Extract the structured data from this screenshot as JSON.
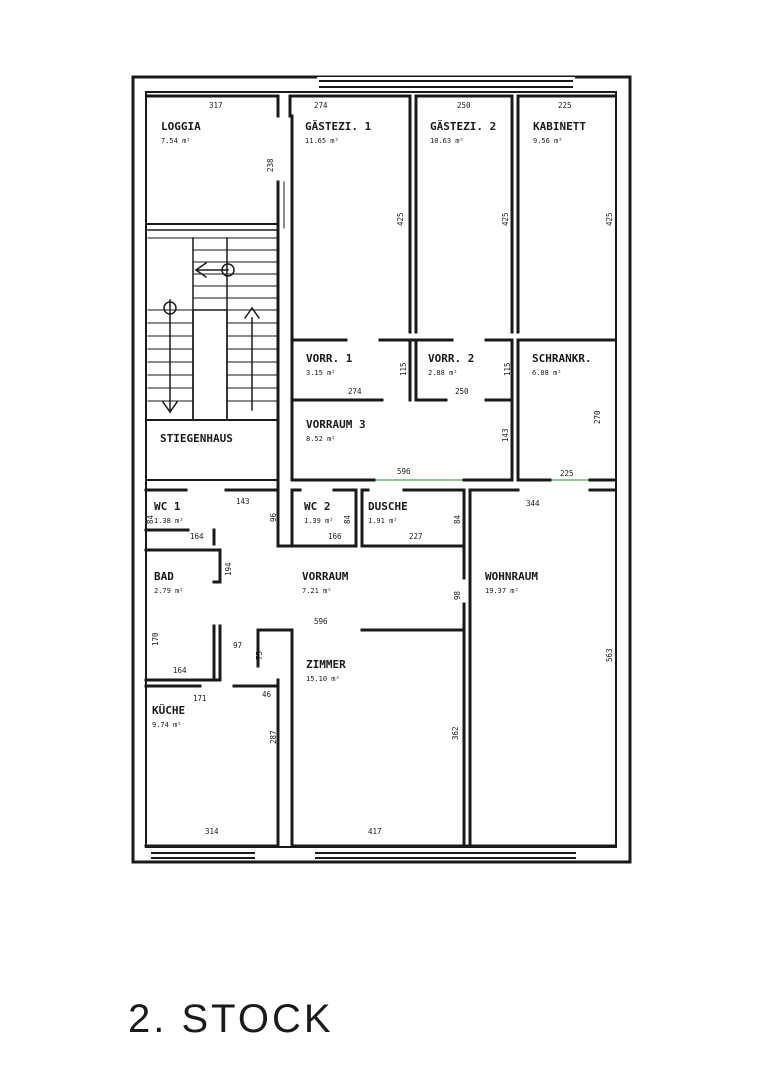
{
  "title": "2. STOCK",
  "rooms": [
    {
      "id": "loggia",
      "name": "LOGGIA",
      "area": "7.54 m²"
    },
    {
      "id": "gaestezi-1",
      "name": "GÄSTEZI. 1",
      "area": "11.65 m²"
    },
    {
      "id": "gaestezi-2",
      "name": "GÄSTEZI. 2",
      "area": "10.63 m²"
    },
    {
      "id": "kabinett",
      "name": "KABINETT",
      "area": "9.56 m²"
    },
    {
      "id": "vorr-1",
      "name": "VORR. 1",
      "area": "3.15 m²"
    },
    {
      "id": "vorr-2",
      "name": "VORR. 2",
      "area": "2.88 m²"
    },
    {
      "id": "schrankr",
      "name": "SCHRANKR.",
      "area": "6.08 m²"
    },
    {
      "id": "vorraum-3",
      "name": "VORRAUM 3",
      "area": "8.52 m²"
    },
    {
      "id": "stiegenhaus",
      "name": "STIEGENHAUS",
      "area": ""
    },
    {
      "id": "wc-1",
      "name": "WC 1",
      "area": "1.38 m²"
    },
    {
      "id": "wc-2",
      "name": "WC 2",
      "area": "1.39 m²"
    },
    {
      "id": "dusche",
      "name": "DUSCHE",
      "area": "1.91 m²"
    },
    {
      "id": "bad",
      "name": "BAD",
      "area": "2.79 m²"
    },
    {
      "id": "vorraum",
      "name": "VORRAUM",
      "area": "7.21 m²"
    },
    {
      "id": "wohnraum",
      "name": "WOHNRAUM",
      "area": "19.37 m²"
    },
    {
      "id": "zimmer",
      "name": "ZIMMER",
      "area": "15.10 m²"
    },
    {
      "id": "kueche",
      "name": "KÜCHE",
      "area": "9.74 m²"
    }
  ],
  "dimensions": {
    "loggia_w": "317",
    "loggia_h": "238",
    "gz1_w": "274",
    "gz1_h": "425",
    "gz2_w": "250",
    "gz2_h": "425",
    "kab_w": "225",
    "kab_h": "425",
    "vorr1_w": "274",
    "vorr1_h": "115",
    "vorr2_w": "250",
    "vorr2_h": "115",
    "schrank_h": "270",
    "schrank_w": "225",
    "vorraum3_w": "596",
    "vorraum3_h": "143",
    "wc1_top": "143",
    "wc1_h": "84",
    "wc1_w": "164",
    "vorraum_wall": "96",
    "wc2_h": "84",
    "wc2_w": "166",
    "dusche_h": "84",
    "dusche_w": "227",
    "wohn_top": "344",
    "bad_h": "194",
    "bad_side": "170",
    "bad_w": "164",
    "door_97": "97",
    "wohn_wall": "98",
    "vorraum_w": "596",
    "wall_75": "75",
    "wall_46": "46",
    "kueche_top": "171",
    "kueche_h": "287",
    "kueche_w": "314",
    "zimmer_h": "362",
    "zimmer_w": "417",
    "wohn_h": "563"
  }
}
